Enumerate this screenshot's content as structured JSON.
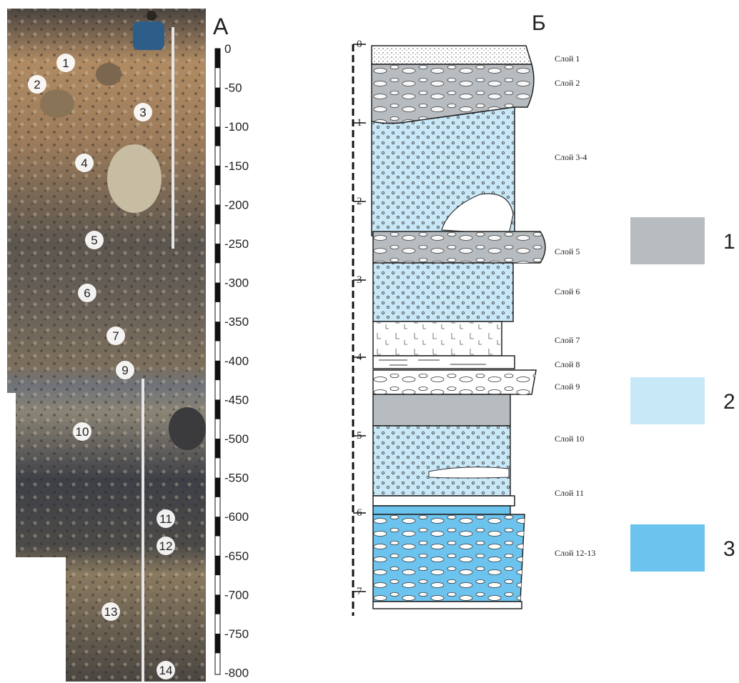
{
  "panel_a": {
    "label": "А",
    "scale_ticks": [
      "0",
      "-50",
      "-100",
      "-150",
      "-200",
      "-250",
      "-300",
      "-350",
      "-400",
      "-450",
      "-500",
      "-550",
      "-600",
      "-650",
      "-700",
      "-750",
      "-800"
    ],
    "layer_markers": [
      "1",
      "2",
      "3",
      "4",
      "5",
      "6",
      "7",
      "9",
      "10",
      "11",
      "12",
      "13",
      "14"
    ]
  },
  "panel_b": {
    "label": "Б",
    "depth_ticks": [
      "0",
      "1",
      "2",
      "3",
      "4",
      "5",
      "6",
      "7"
    ],
    "layer_labels": [
      "Слой 1",
      "Слой 2",
      "Слой 3-4",
      "Слой 5",
      "Слой 6",
      "Слой 7",
      "Слой 8",
      "Слой 9",
      "Слой 10",
      "Слой 11",
      "Слой 12-13"
    ]
  },
  "legend": [
    {
      "label": "1",
      "color": "#b7bcc0"
    },
    {
      "label": "2",
      "color": "#c8e8f8"
    },
    {
      "label": "3",
      "color": "#6cc3ee"
    }
  ],
  "colors": {
    "gray_unit": "#b7bcc0",
    "light_blue_unit": "#c8e8f8",
    "blue_unit": "#6cc3ee"
  }
}
